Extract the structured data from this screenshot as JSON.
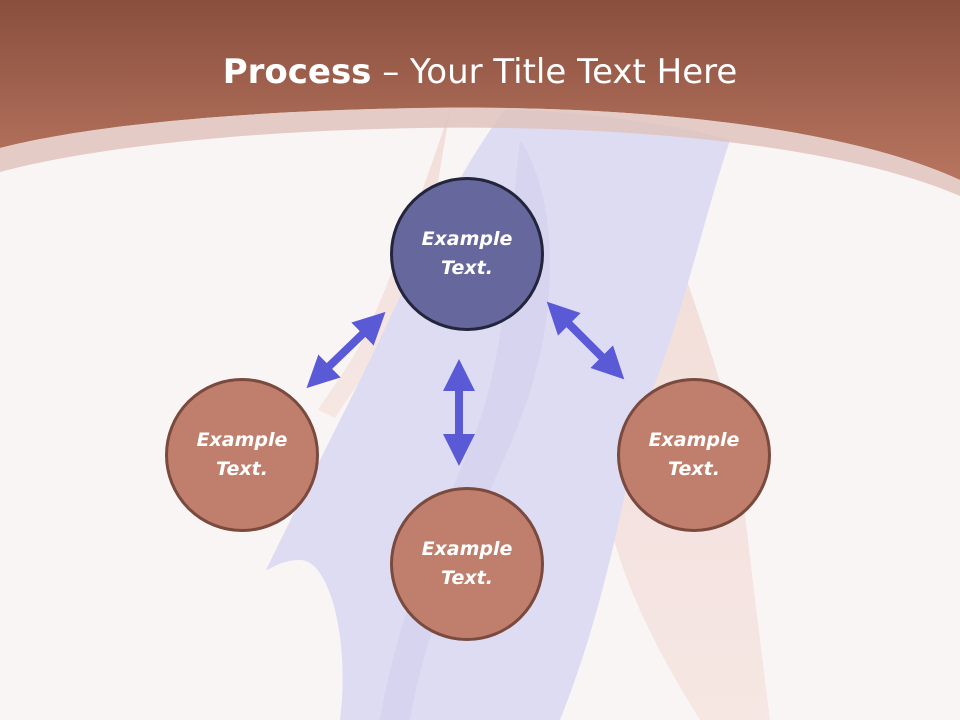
{
  "title": {
    "bold": "Process",
    "rest": " – Your Title Text Here"
  },
  "colors": {
    "header": "#a5634f",
    "center_node": "#66679c",
    "outer_node": "#c07f6c",
    "arrow": "#5a5ad6"
  },
  "nodes": [
    {
      "text": "Example Text."
    },
    {
      "text": "Example Text."
    },
    {
      "text": "Example Text."
    },
    {
      "text": "Example Text."
    }
  ]
}
